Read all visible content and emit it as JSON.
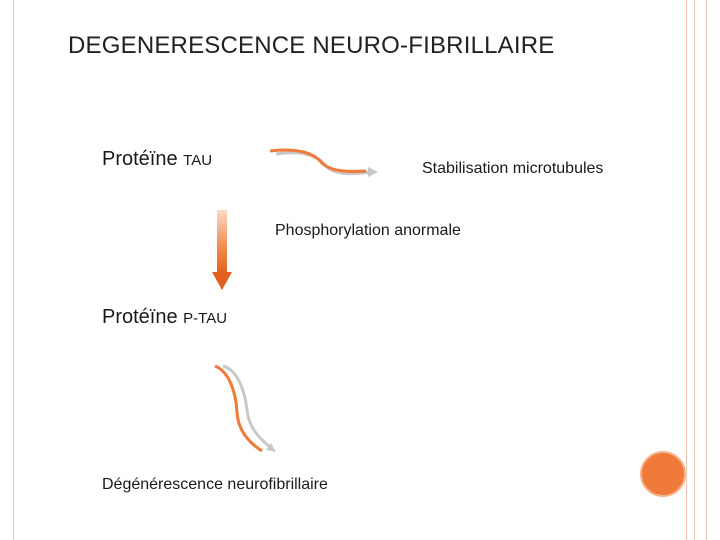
{
  "title": "DEGENERESCENCE NEURO-FIBRILLAIRE",
  "nodes": {
    "tau": {
      "prefix": "Protéïne ",
      "suffix": "TAU"
    },
    "stabilisation": "Stabilisation microtubules",
    "phosphorylation": "Phosphorylation anormale",
    "ptau": {
      "prefix": "Protéïne ",
      "suffix": "P-TAU"
    },
    "degeneration": "Dégénérescence neurofibrillaire"
  },
  "colors": {
    "accent": "#f07a3a",
    "arrow_grey": "#c8c8c8",
    "frame": "#f2c7b0",
    "text": "#1a1a1a"
  }
}
